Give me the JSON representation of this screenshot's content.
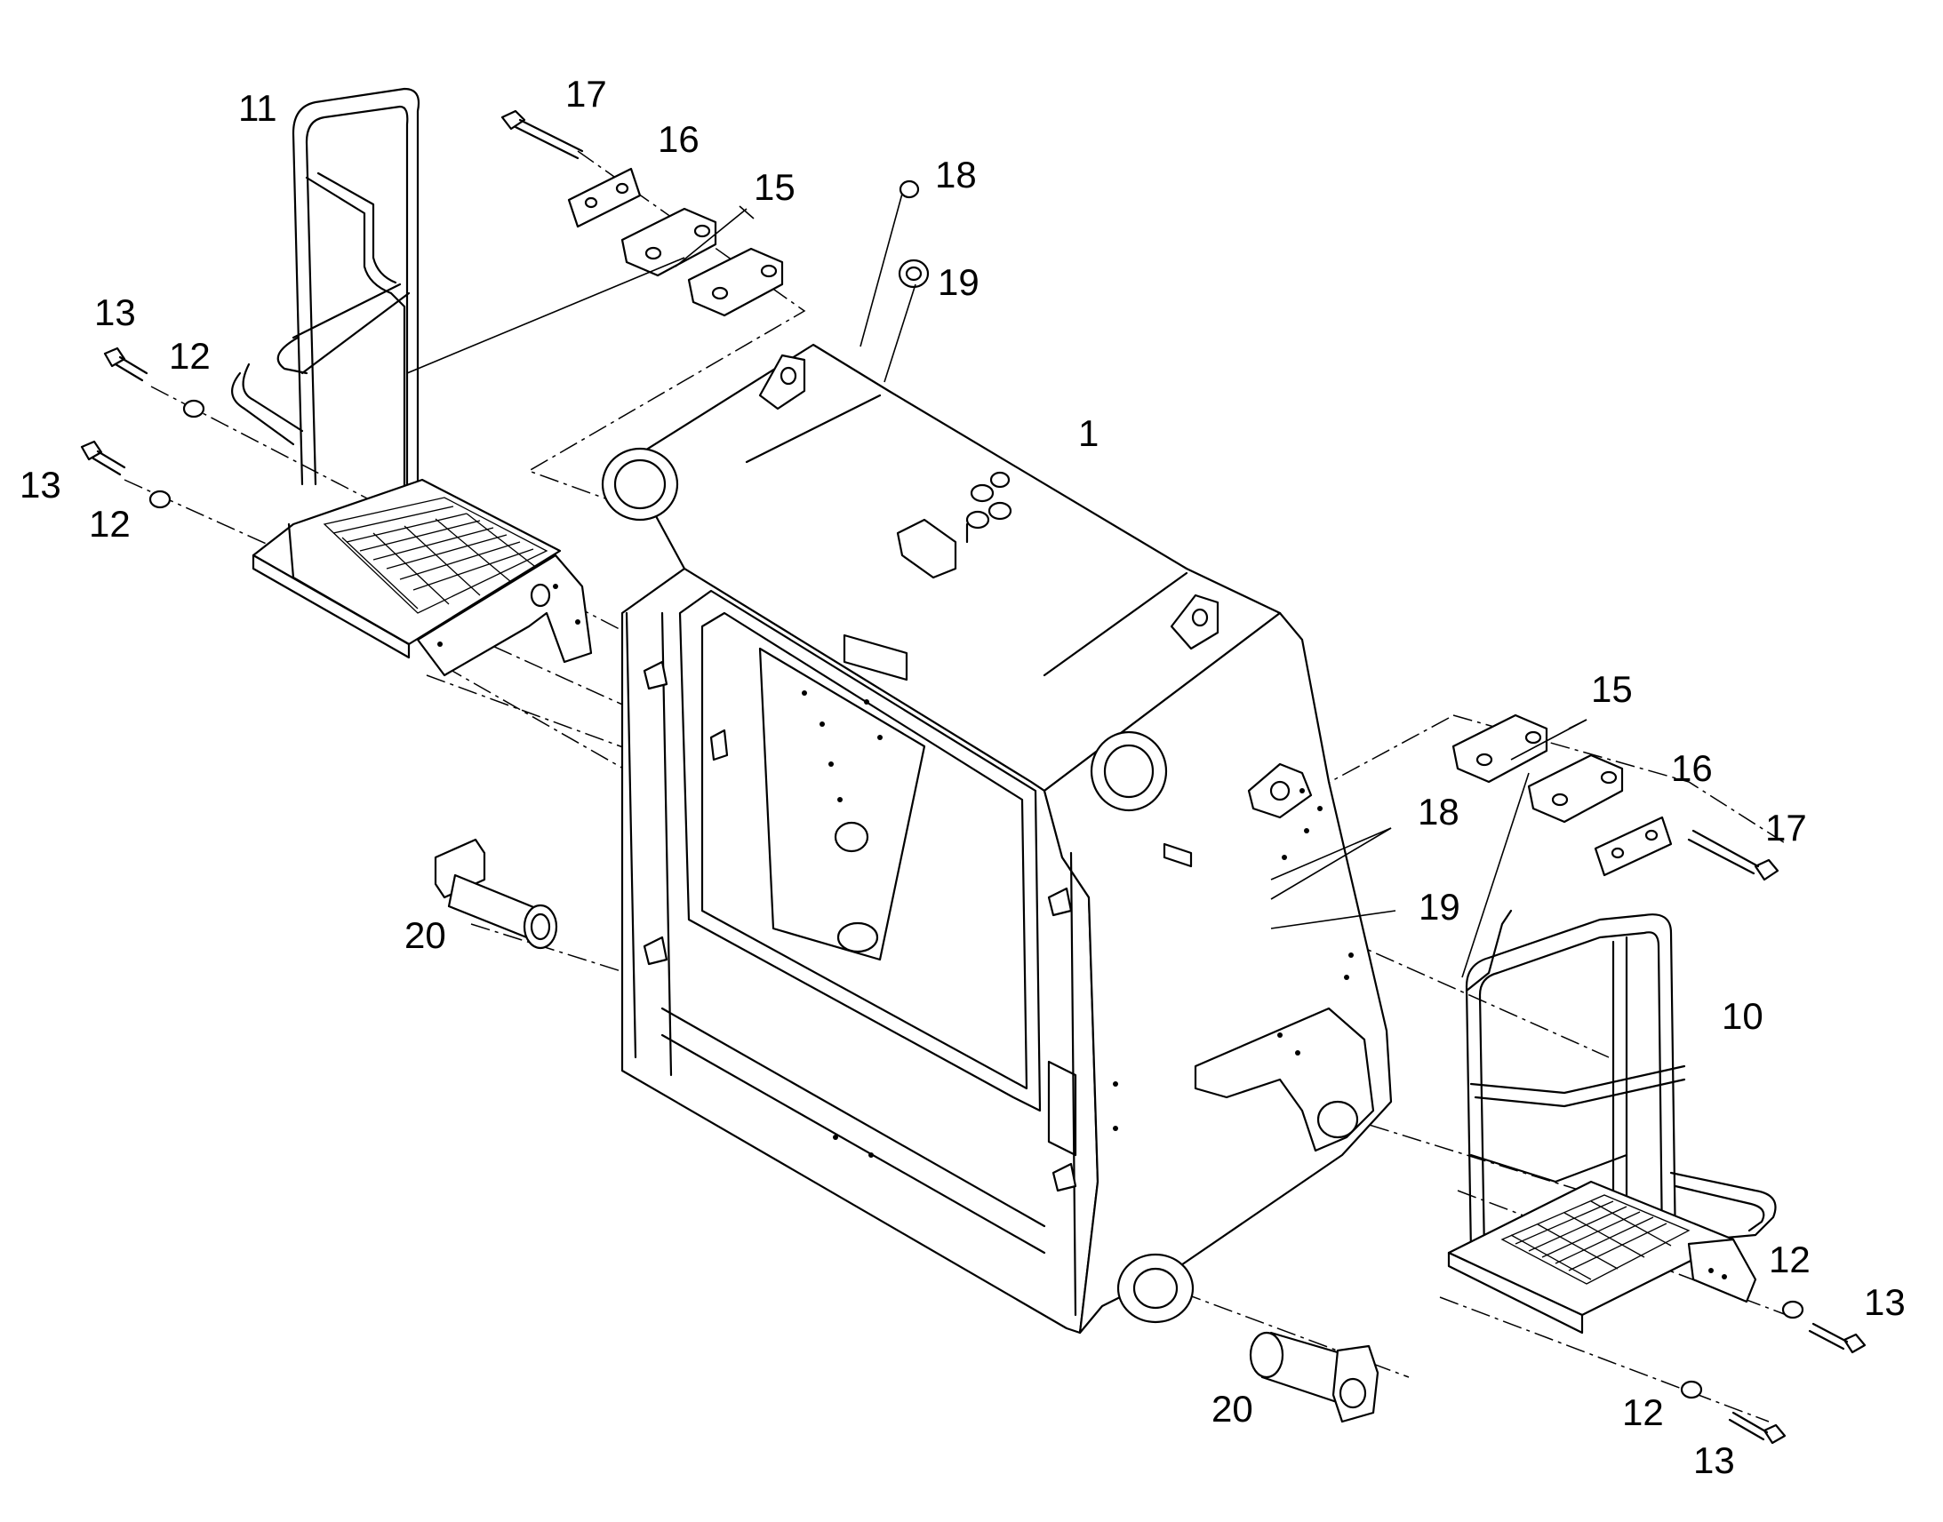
{
  "callouts": {
    "c1": "1",
    "c10": "10",
    "c11": "11",
    "c12a": "12",
    "c12b": "12",
    "c12c": "12",
    "c12d": "12",
    "c13a": "13",
    "c13b": "13",
    "c13c": "13",
    "c13d": "13",
    "c15a": "15",
    "c15b": "15",
    "c16a": "16",
    "c16b": "16",
    "c17a": "17",
    "c17b": "17",
    "c18a": "18",
    "c18b": "18",
    "c19a": "19",
    "c19b": "19",
    "c20a": "20",
    "c20b": "20"
  }
}
